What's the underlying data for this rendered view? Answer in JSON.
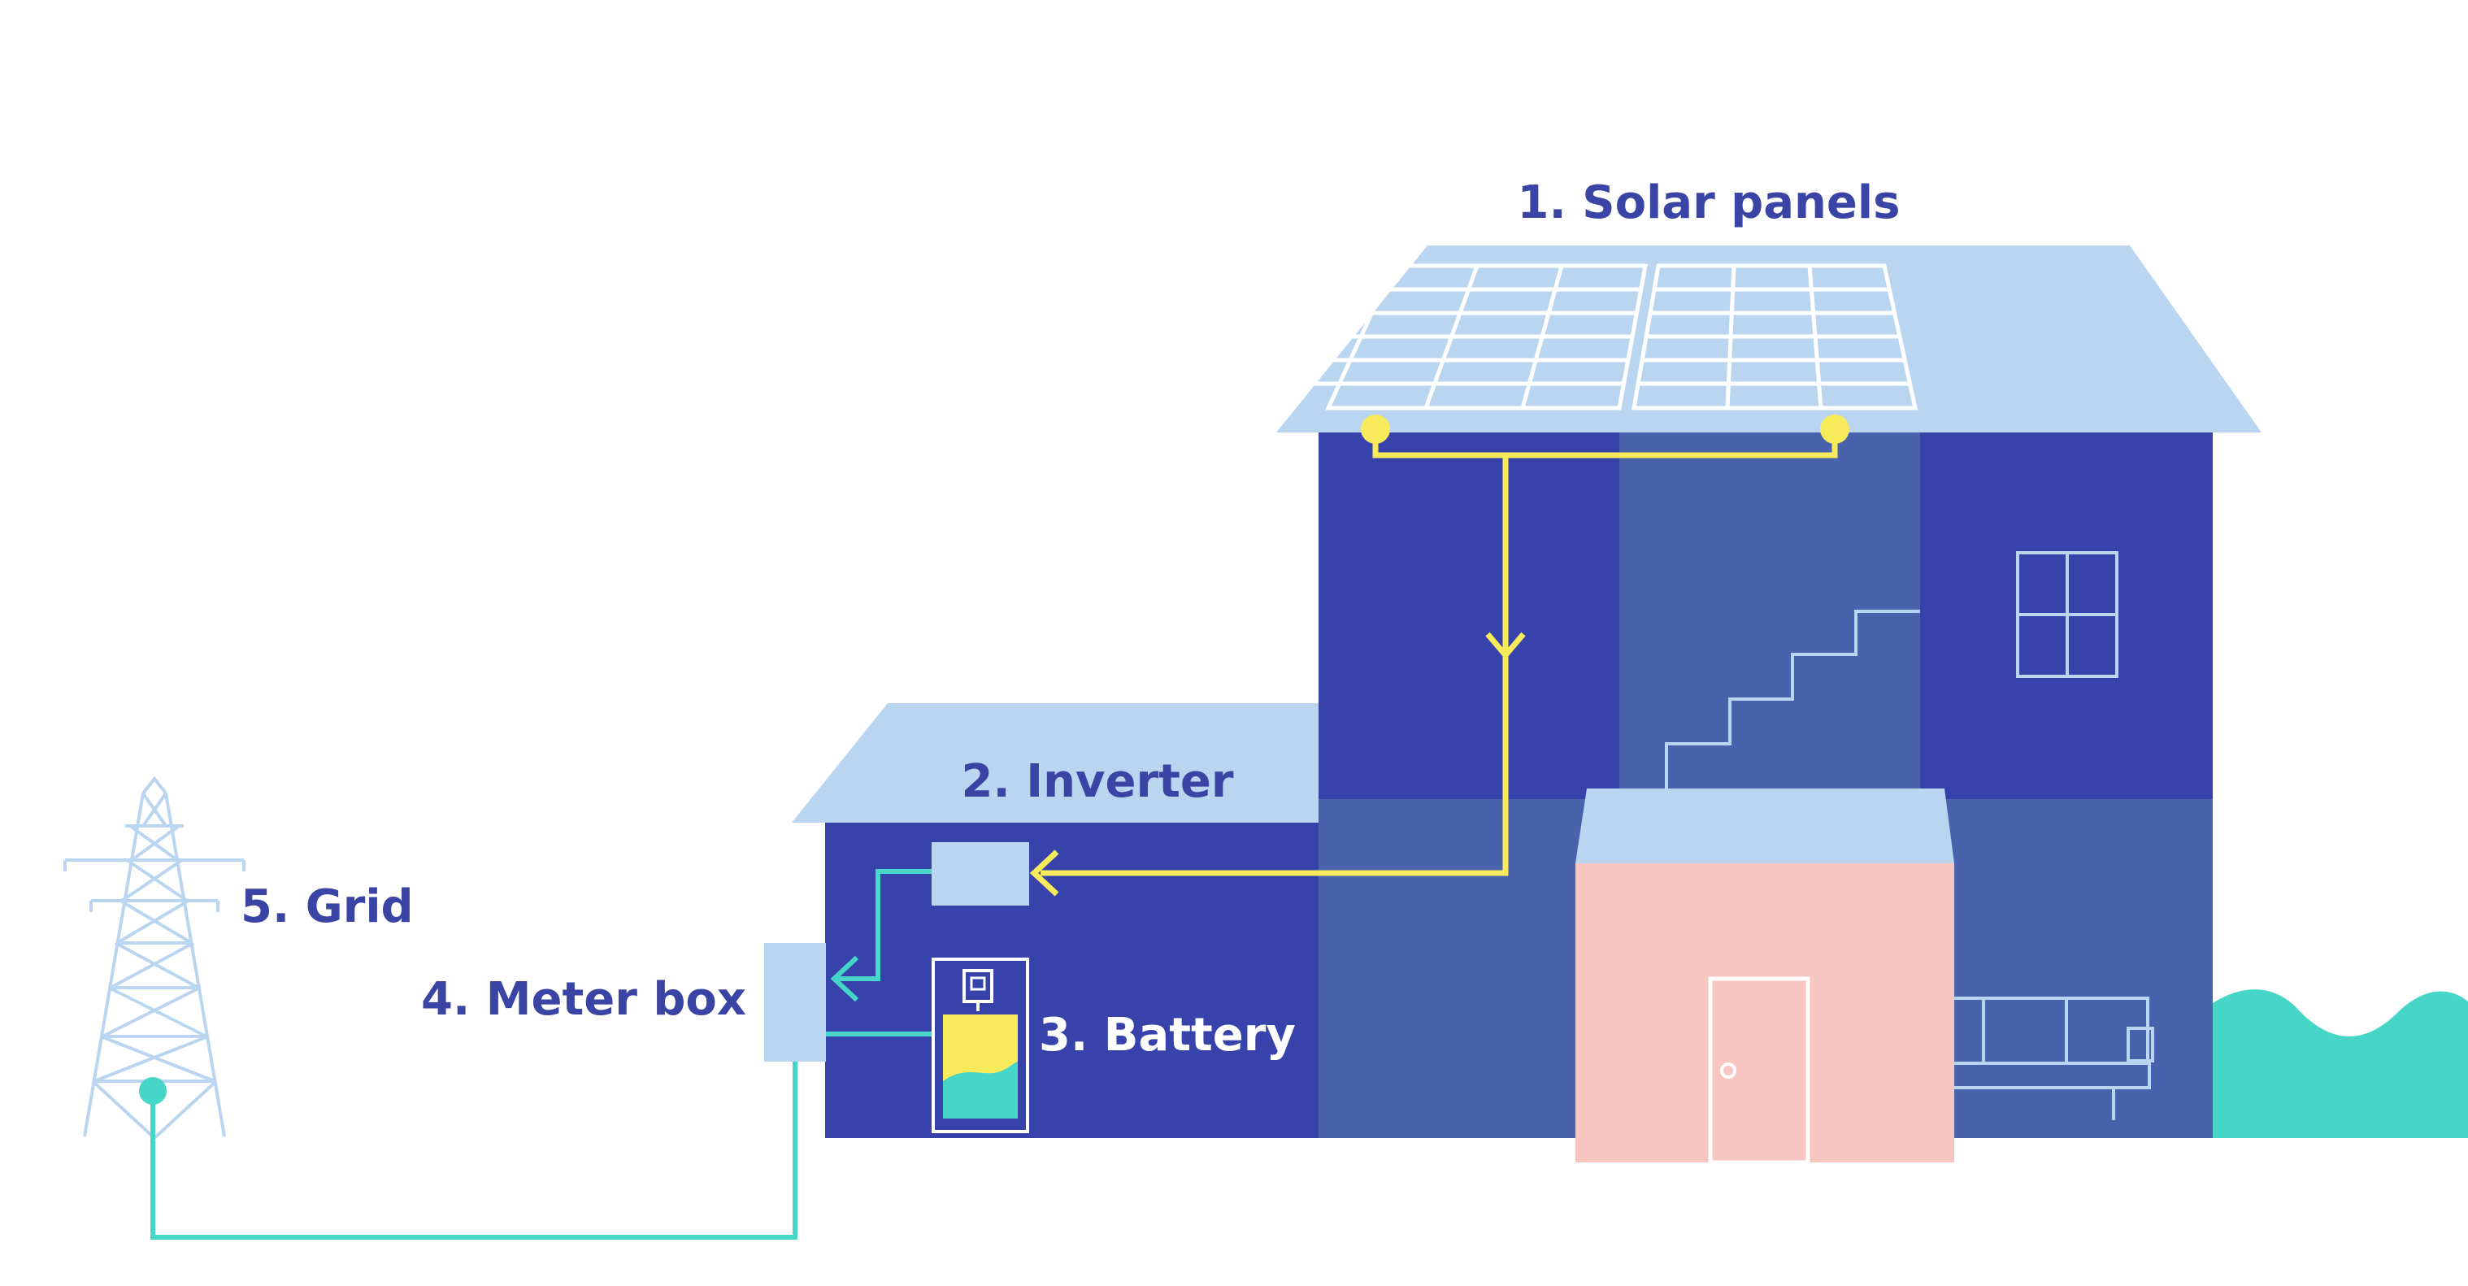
{
  "labels": {
    "solar_panels": "1. Solar panels",
    "inverter": "2. Inverter",
    "battery": "3. Battery",
    "meter_box": "4. Meter box",
    "grid": "5. Grid"
  },
  "colors": {
    "label_blue": "#3a44a5",
    "label_white": "#ffffff",
    "house_dark": "#3743ab",
    "house_mid": "#4862ab",
    "roof": "#bad5f0",
    "door_pink": "#f7c6c1",
    "solar_flow": "#f7ea5b",
    "grid_flow": "#46d6c8",
    "bush": "#46d6c8",
    "pylon": "#bad5f0"
  }
}
